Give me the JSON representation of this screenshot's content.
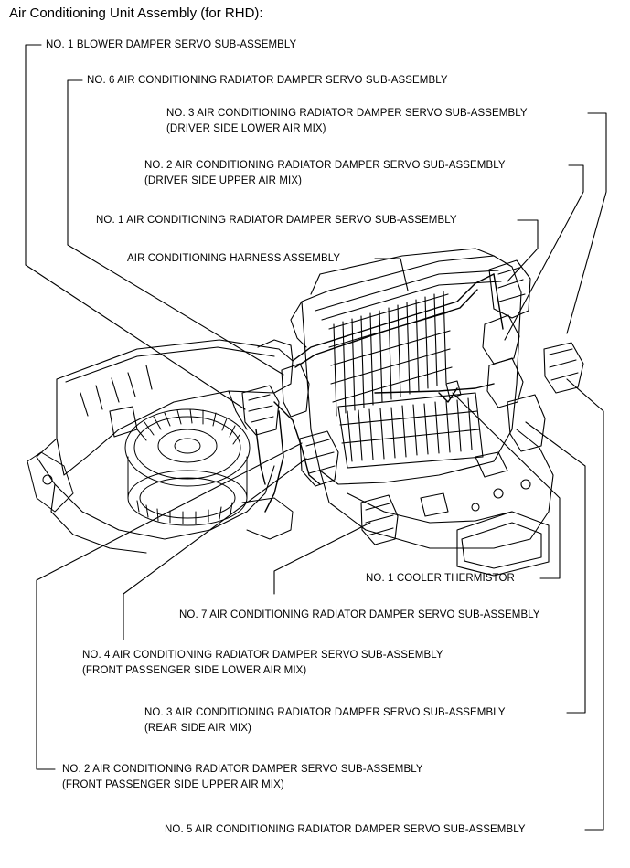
{
  "title": "Air Conditioning Unit Assembly (for RHD):",
  "labels": {
    "blower_servo": "NO. 1 BLOWER DAMPER SERVO SUB-ASSEMBLY",
    "no6_servo": "NO. 6 AIR CONDITIONING RADIATOR DAMPER SERVO SUB-ASSEMBLY",
    "no3_driver": [
      "NO. 3 AIR CONDITIONING RADIATOR DAMPER SERVO SUB-ASSEMBLY",
      "(DRIVER SIDE LOWER AIR MIX)"
    ],
    "no2_driver": [
      "NO. 2 AIR CONDITIONING RADIATOR DAMPER SERVO SUB-ASSEMBLY",
      "(DRIVER SIDE UPPER AIR MIX)"
    ],
    "no1_servo": "NO. 1 AIR CONDITIONING RADIATOR DAMPER SERVO SUB-ASSEMBLY",
    "harness": "AIR CONDITIONING HARNESS ASSEMBLY",
    "thermistor": "NO. 1 COOLER THERMISTOR",
    "no7_servo": "NO. 7 AIR CONDITIONING RADIATOR DAMPER SERVO SUB-ASSEMBLY",
    "no4_front": [
      "NO. 4 AIR CONDITIONING RADIATOR DAMPER SERVO SUB-ASSEMBLY",
      "(FRONT PASSENGER SIDE LOWER AIR MIX)"
    ],
    "no3_rear": [
      "NO. 3 AIR CONDITIONING RADIATOR DAMPER SERVO SUB-ASSEMBLY",
      "(REAR SIDE AIR MIX)"
    ],
    "no2_front": [
      "NO. 2 AIR CONDITIONING RADIATOR DAMPER SERVO SUB-ASSEMBLY",
      "(FRONT PASSENGER SIDE UPPER AIR MIX)"
    ],
    "no5_servo": "NO. 5 AIR CONDITIONING RADIATOR DAMPER SERVO SUB-ASSEMBLY"
  }
}
